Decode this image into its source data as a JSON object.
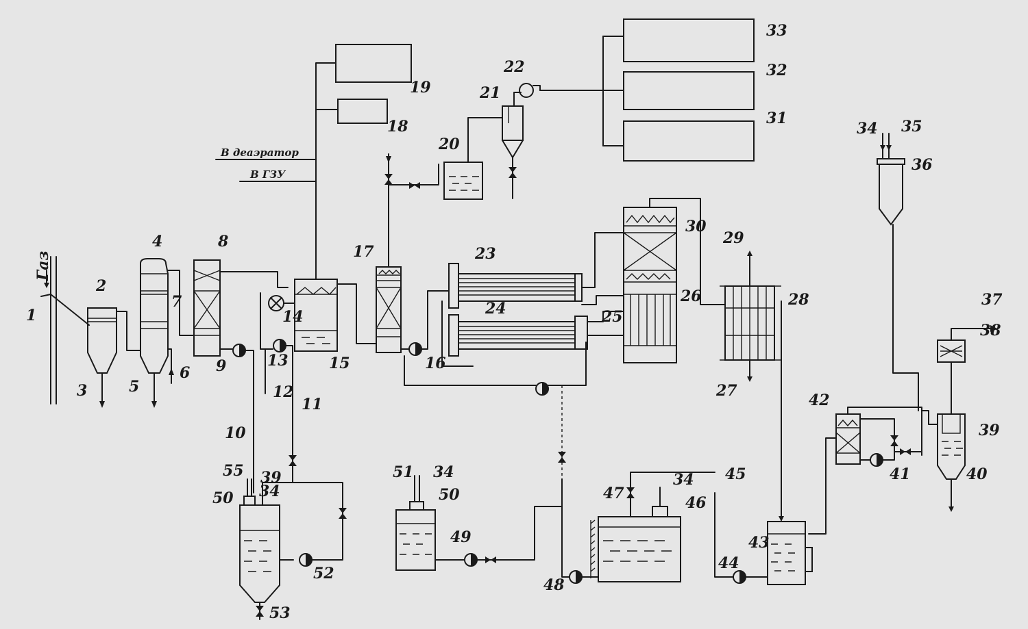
{
  "diagram": {
    "labels": {
      "gas": "Газ",
      "to_deaerator": "В деаэратор",
      "to_gzu": "В ГЗУ",
      "n1": "1",
      "n2": "2",
      "n3": "3",
      "n4": "4",
      "n5": "5",
      "n6": "6",
      "n7": "7",
      "n8": "8",
      "n9": "9",
      "n10": "10",
      "n11": "11",
      "n12": "12",
      "n13": "13",
      "n14": "14",
      "n15": "15",
      "n16": "16",
      "n17": "17",
      "n18": "18",
      "n19": "19",
      "n20": "20",
      "n21": "21",
      "n22": "22",
      "n23": "23",
      "n24": "24",
      "n25": "25",
      "n26": "26",
      "n27": "27",
      "n28": "28",
      "n29": "29",
      "n30": "30",
      "n31": "31",
      "n32": "32",
      "n33": "33",
      "n34": "34",
      "n35": "35",
      "n36": "36",
      "n37": "37",
      "n38": "38",
      "n39": "39",
      "n40": "40",
      "n41": "41",
      "n42": "42",
      "n43": "43",
      "n44": "44",
      "n45": "45",
      "n46": "46",
      "n47": "47",
      "n48": "48",
      "n49": "49",
      "n50": "50",
      "n51": "51",
      "n52": "52",
      "n53": "53",
      "n55": "55"
    }
  }
}
